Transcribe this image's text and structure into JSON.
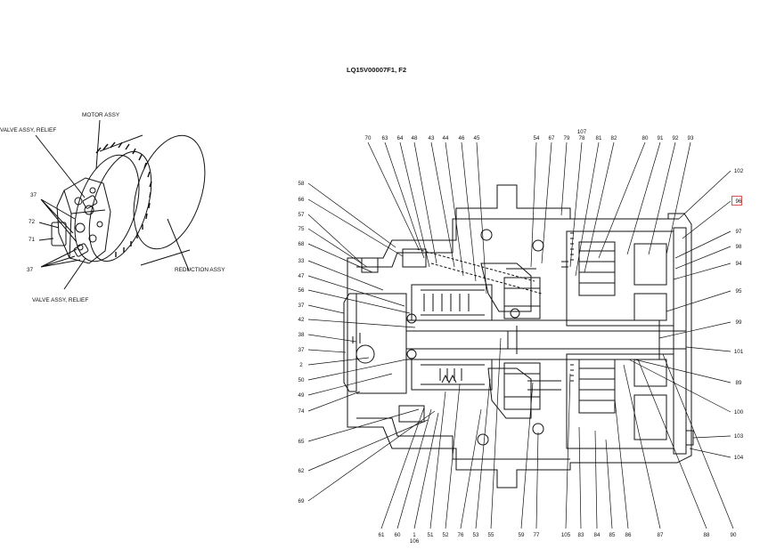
{
  "document": {
    "title": "LQ15V00007F1, F2"
  },
  "overview": {
    "labels": {
      "motor": "MOTOR ASSY",
      "valve_top": "VALVE ASSY, RELIEF",
      "valve_bottom": "VALVE ASSY, RELIEF",
      "reduction": "REDUCTION ASSY",
      "n37a": "37",
      "n72": "72",
      "n71": "71",
      "n37b": "37"
    }
  },
  "callouts": {
    "top": [
      "70",
      "63",
      "64",
      "48",
      "43",
      "44",
      "46",
      "45",
      "54",
      "67",
      "79",
      "107",
      "78",
      "81",
      "82",
      "80",
      "91",
      "92",
      "93"
    ],
    "left": [
      "58",
      "66",
      "57",
      "75",
      "68",
      "33",
      "47",
      "56",
      "37",
      "42",
      "38",
      "37",
      "2",
      "50",
      "49",
      "74",
      "65",
      "62",
      "69"
    ],
    "right": [
      "102",
      "96",
      "97",
      "98",
      "94",
      "95",
      "99",
      "101",
      "89",
      "100",
      "103",
      "104"
    ],
    "bottom": [
      "61",
      "60",
      "106",
      "1",
      "51",
      "52",
      "76",
      "53",
      "55",
      "59",
      "77",
      "105",
      "83",
      "84",
      "85",
      "86",
      "87",
      "88",
      "90"
    ]
  },
  "colors": {
    "ink": "#111111",
    "highlight": "#d9534f"
  }
}
